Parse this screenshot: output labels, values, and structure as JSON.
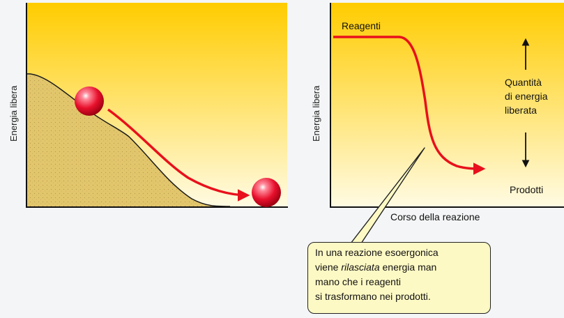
{
  "left_panel": {
    "y_axis_label": "Energia libera"
  },
  "right_panel": {
    "y_axis_label": "Energia libera",
    "x_axis_label": "Corso della reazione",
    "reactants_label": "Reagenti",
    "products_label": "Prodotti",
    "energy_released_lines": [
      "Quantità",
      "di energia",
      "liberata"
    ]
  },
  "callout": {
    "line1": "In una reazione esoergonica",
    "line2_pre": "viene ",
    "line2_em": "rilasciata",
    "line2_post": " energia man",
    "line3": "mano che i reagenti",
    "line4": "si trasformano nei prodotti."
  },
  "colors": {
    "panel_top": "#ffcc00",
    "panel_bottom": "#fffbe3",
    "hill_fill": "#e0c56a",
    "arrow_red": "#e8101c",
    "callout_fill": "#fdf9c4"
  }
}
